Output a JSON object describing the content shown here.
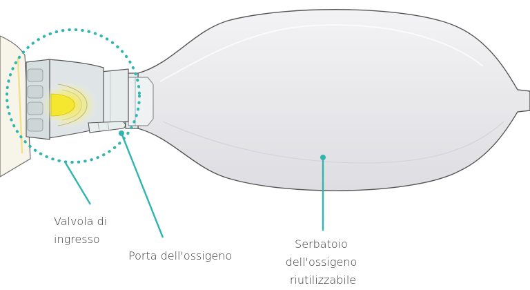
{
  "labels": {
    "inlet_valve": [
      "Valvola di",
      "ingresso"
    ],
    "oxygen_port": "Porta dell'ossigeno",
    "reservoir": [
      "Serbatoio",
      "dell'ossigeno",
      "riutilizzabile"
    ]
  },
  "colors": {
    "callout_line": "#2fb5b0",
    "outline": "#555555",
    "reservoir_fill": "#ececee",
    "valve_fill": "#dfe5e6",
    "valve_glow": "#f6e83a",
    "mask_fill": "#f7f4e9",
    "text": "#333333"
  }
}
